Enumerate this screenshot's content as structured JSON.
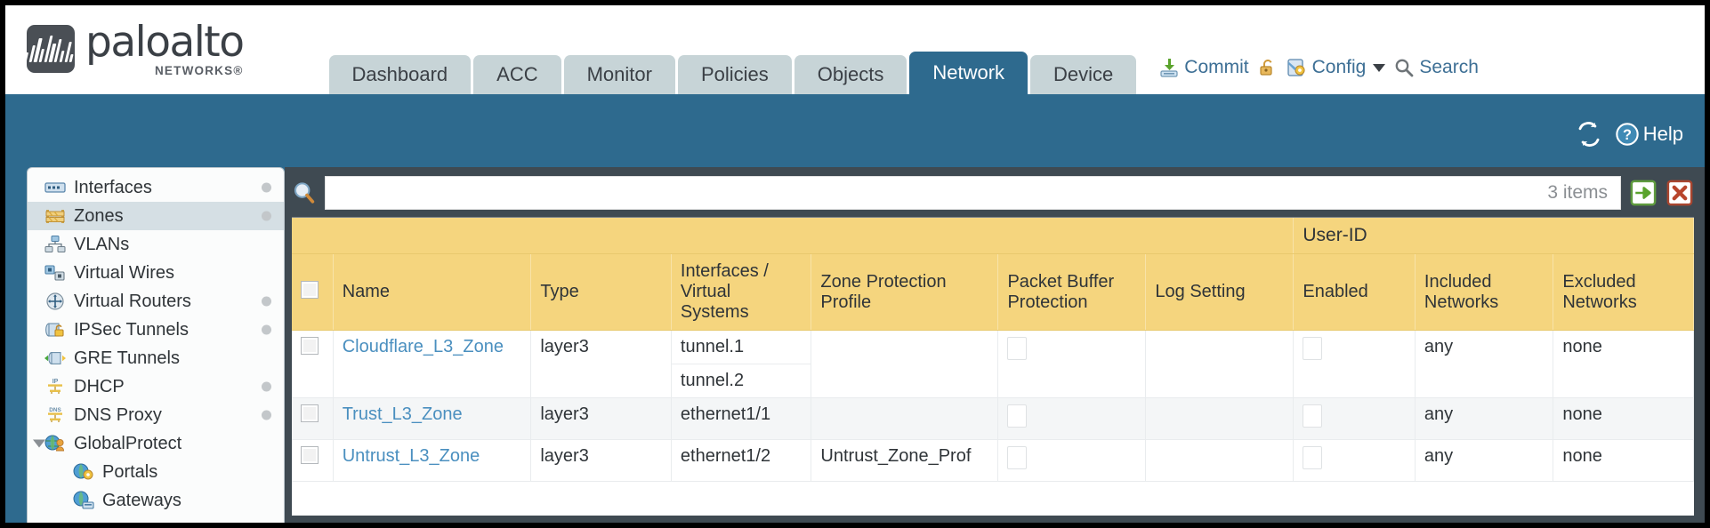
{
  "brand": {
    "name": "paloalto",
    "tagline": "NETWORKS",
    "registered": "®",
    "logo_bg": "#4a4f55"
  },
  "tabs": [
    {
      "label": "Dashboard",
      "active": false
    },
    {
      "label": "ACC",
      "active": false
    },
    {
      "label": "Monitor",
      "active": false
    },
    {
      "label": "Policies",
      "active": false
    },
    {
      "label": "Objects",
      "active": false
    },
    {
      "label": "Network",
      "active": true
    },
    {
      "label": "Device",
      "active": false
    }
  ],
  "top_actions": {
    "commit": "Commit",
    "config": "Config",
    "search": "Search",
    "lock_icon": "lock-icon",
    "commit_icon": "commit-icon",
    "config_icon": "config-icon",
    "search_icon": "search-icon"
  },
  "band": {
    "refresh_icon": "refresh-icon",
    "help_label": "Help",
    "help_icon": "help-icon"
  },
  "sidebar": {
    "items": [
      {
        "label": "Interfaces",
        "icon": "interfaces-icon",
        "selected": false,
        "dot": true,
        "child": false,
        "caret": false
      },
      {
        "label": "Zones",
        "icon": "zones-icon",
        "selected": true,
        "dot": true,
        "child": false,
        "caret": false
      },
      {
        "label": "VLANs",
        "icon": "vlans-icon",
        "selected": false,
        "dot": false,
        "child": false,
        "caret": false
      },
      {
        "label": "Virtual Wires",
        "icon": "virtual-wires-icon",
        "selected": false,
        "dot": false,
        "child": false,
        "caret": false
      },
      {
        "label": "Virtual Routers",
        "icon": "virtual-routers-icon",
        "selected": false,
        "dot": true,
        "child": false,
        "caret": false
      },
      {
        "label": "IPSec Tunnels",
        "icon": "ipsec-tunnels-icon",
        "selected": false,
        "dot": true,
        "child": false,
        "caret": false
      },
      {
        "label": "GRE Tunnels",
        "icon": "gre-tunnels-icon",
        "selected": false,
        "dot": false,
        "child": false,
        "caret": false
      },
      {
        "label": "DHCP",
        "icon": "dhcp-icon",
        "selected": false,
        "dot": true,
        "child": false,
        "caret": false
      },
      {
        "label": "DNS Proxy",
        "icon": "dns-proxy-icon",
        "selected": false,
        "dot": true,
        "child": false,
        "caret": false
      },
      {
        "label": "GlobalProtect",
        "icon": "globalprotect-icon",
        "selected": false,
        "dot": false,
        "child": false,
        "caret": true
      },
      {
        "label": "Portals",
        "icon": "portals-icon",
        "selected": false,
        "dot": false,
        "child": true,
        "caret": false
      },
      {
        "label": "Gateways",
        "icon": "gateways-icon",
        "selected": false,
        "dot": false,
        "child": true,
        "caret": false
      }
    ]
  },
  "search": {
    "value": "",
    "placeholder": "",
    "items_count": "3 items",
    "apply_icon": "apply-arrow-icon",
    "clear_icon": "clear-x-icon"
  },
  "table": {
    "group_header": {
      "label": "User-ID",
      "span": 3,
      "color": "#e0b347"
    },
    "columns": [
      {
        "key": "check",
        "label": ""
      },
      {
        "key": "name",
        "label": "Name"
      },
      {
        "key": "type",
        "label": "Type"
      },
      {
        "key": "intf",
        "label": "Interfaces / Virtual Systems"
      },
      {
        "key": "zpp",
        "label": "Zone Protection Profile"
      },
      {
        "key": "pbp",
        "label": "Packet Buffer Protection"
      },
      {
        "key": "log",
        "label": "Log Setting"
      },
      {
        "key": "en",
        "label": "Enabled"
      },
      {
        "key": "inc",
        "label": "Included Networks"
      },
      {
        "key": "exc",
        "label": "Excluded Networks"
      }
    ],
    "rows": [
      {
        "checked": false,
        "name": "Cloudflare_L3_Zone",
        "type": "layer3",
        "interfaces": [
          "tunnel.1",
          "tunnel.2"
        ],
        "zone_protection_profile": "",
        "packet_buffer_protection": false,
        "log_setting": "",
        "userid_enabled": false,
        "included_networks": "any",
        "excluded_networks": "none"
      },
      {
        "checked": false,
        "name": "Trust_L3_Zone",
        "type": "layer3",
        "interfaces": [
          "ethernet1/1"
        ],
        "zone_protection_profile": "",
        "packet_buffer_protection": false,
        "log_setting": "",
        "userid_enabled": false,
        "included_networks": "any",
        "excluded_networks": "none"
      },
      {
        "checked": false,
        "name": "Untrust_L3_Zone",
        "type": "layer3",
        "interfaces": [
          "ethernet1/2"
        ],
        "zone_protection_profile": "Untrust_Zone_Prof",
        "packet_buffer_protection": false,
        "log_setting": "",
        "userid_enabled": false,
        "included_networks": "any",
        "excluded_networks": "none"
      }
    ]
  },
  "colors": {
    "brand_blue": "#2e6a8e",
    "header_gold": "#f5d57e",
    "group_gold": "#e0b347",
    "link_blue": "#4a8fbf",
    "panel_dark": "#3f4a52"
  }
}
